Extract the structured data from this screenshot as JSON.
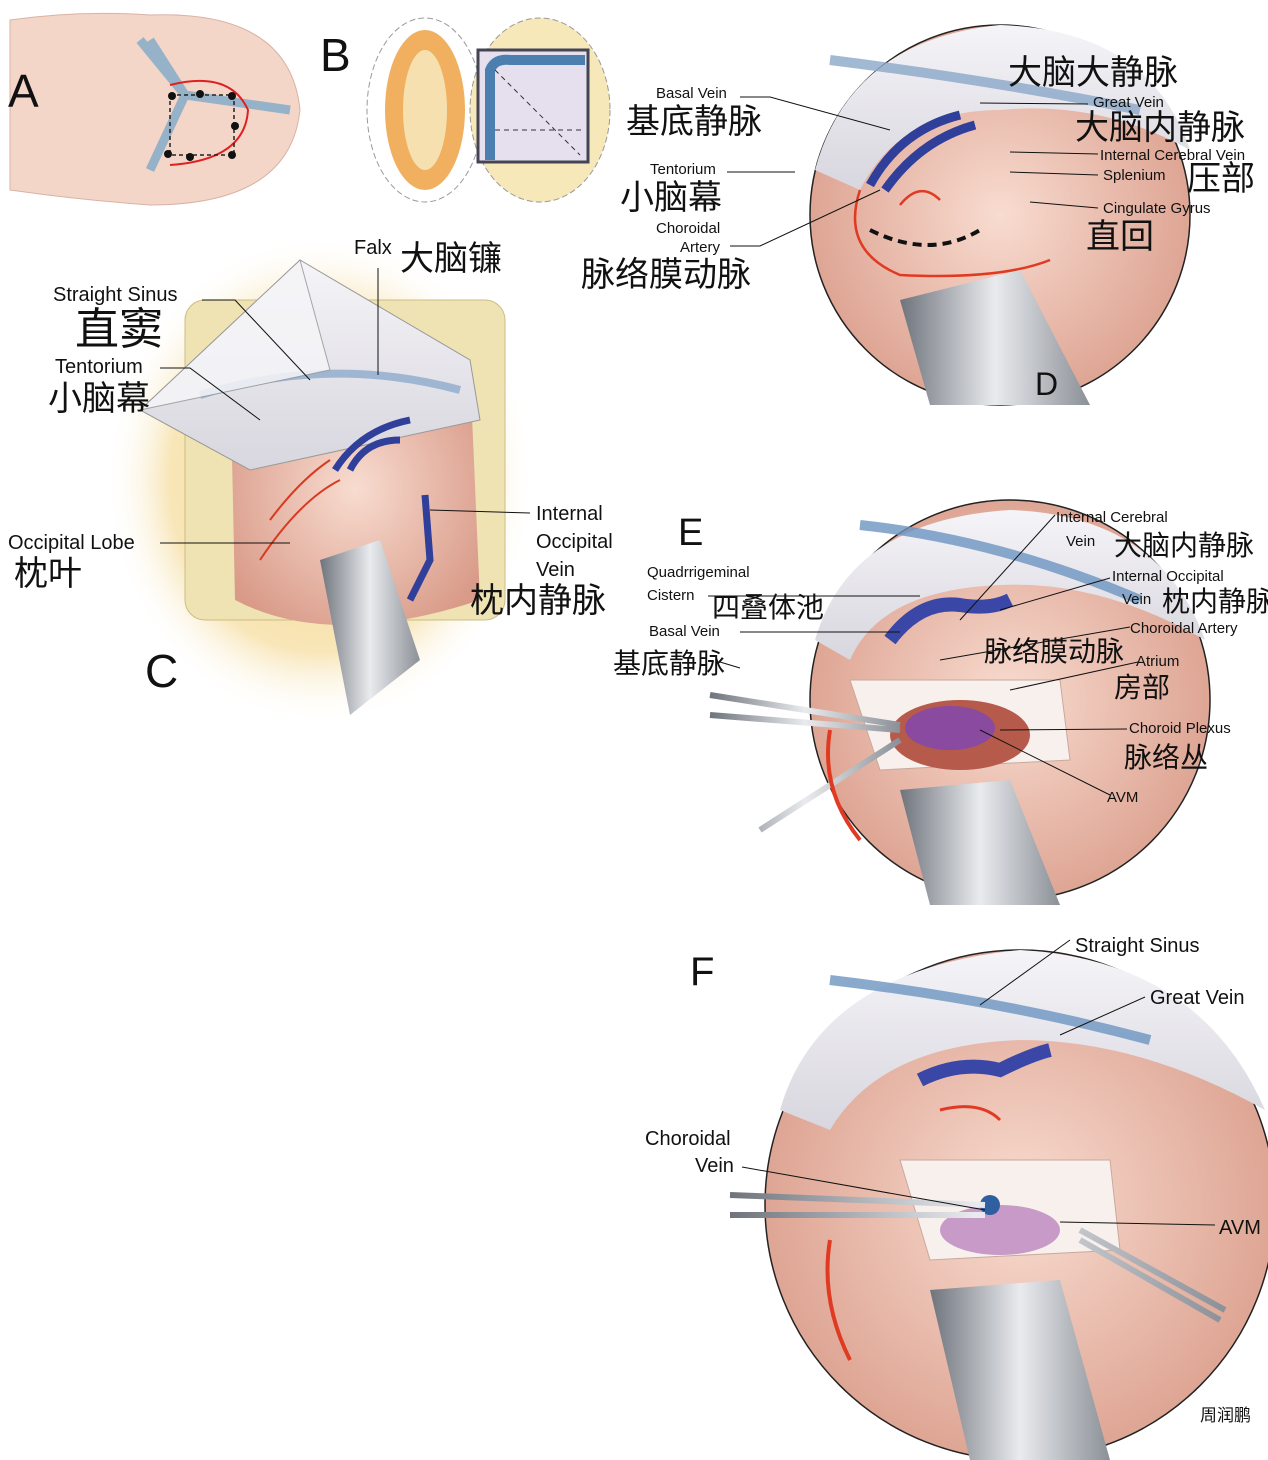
{
  "panels": {
    "A": {
      "letter": "A"
    },
    "B": {
      "letter": "B"
    },
    "C": {
      "letter": "C",
      "labels": {
        "falx_en": "Falx",
        "falx_zh": "大脑镰",
        "straight_sinus_en": "Straight Sinus",
        "straight_sinus_zh": "直窦",
        "tentorium_en": "Tentorium",
        "tentorium_zh": "小脑幕",
        "occipital_lobe_en": "Occipital Lobe",
        "occipital_lobe_zh": "枕叶",
        "internal_occipital_vein_en_1": "Internal",
        "internal_occipital_vein_en_2": "Occipital",
        "internal_occipital_vein_en_3": "Vein",
        "internal_occipital_vein_zh": "枕内静脉"
      }
    },
    "D": {
      "letter": "D",
      "labels": {
        "basal_vein_en": "Basal Vein",
        "basal_vein_zh": "基底静脉",
        "great_vein_zh": "大脑大静脉",
        "great_vein_en": "Great Vein",
        "internal_cerebral_vein_zh": "大脑内静脉",
        "internal_cerebral_vein_en": "Internal Cerebral Vein",
        "tentorium_en": "Tentorium",
        "tentorium_zh": "小脑幕",
        "splenium_en": "Splenium",
        "splenium_zh": "压部",
        "choroidal_artery_en_1": "Choroidal",
        "choroidal_artery_en_2": "Artery",
        "choroidal_artery_zh": "脉络膜动脉",
        "cingulate_gyrus_en": "Cingulate Gyrus",
        "cingulate_gyrus_zh": "直回"
      }
    },
    "E": {
      "letter": "E",
      "labels": {
        "internal_cerebral_vein_en_1": "Internal Cerebral",
        "internal_cerebral_vein_en_2": "Vein",
        "internal_cerebral_vein_zh": "大脑内静脉",
        "quadrigeminal_cistern_en_1": "Quadrrigeminal",
        "quadrigeminal_cistern_en_2": "Cistern",
        "quadrigeminal_cistern_zh": "四叠体池",
        "internal_occipital_vein_en_1": "Internal Occipital",
        "internal_occipital_vein_en_2": "Vein",
        "internal_occipital_vein_zh": "枕内静脉",
        "basal_vein_en": "Basal Vein",
        "basal_vein_zh": "基底静脉",
        "choroidal_artery_en": "Choroidal Artery",
        "choroidal_artery_zh": "脉络膜动脉",
        "atrium_en": "Atrium",
        "atrium_zh": "房部",
        "choroid_plexus_en": "Choroid Plexus",
        "choroid_plexus_zh": "脉络丛",
        "avm_en": "AVM"
      }
    },
    "F": {
      "letter": "F",
      "labels": {
        "straight_sinus_en": "Straight Sinus",
        "great_vein_en": "Great Vein",
        "choroidal_vein_en_1": "Choroidal",
        "choroidal_vein_en_2": "Vein",
        "avm_en": "AVM"
      }
    }
  },
  "signature": "周润鹏",
  "colors": {
    "vein": "#2f3f9a",
    "artery": "#e03a22",
    "brain": "#efc3b4",
    "membrane": "#ecebf0",
    "retractor": "#a9adb5",
    "glow": "#f6dc9a"
  }
}
